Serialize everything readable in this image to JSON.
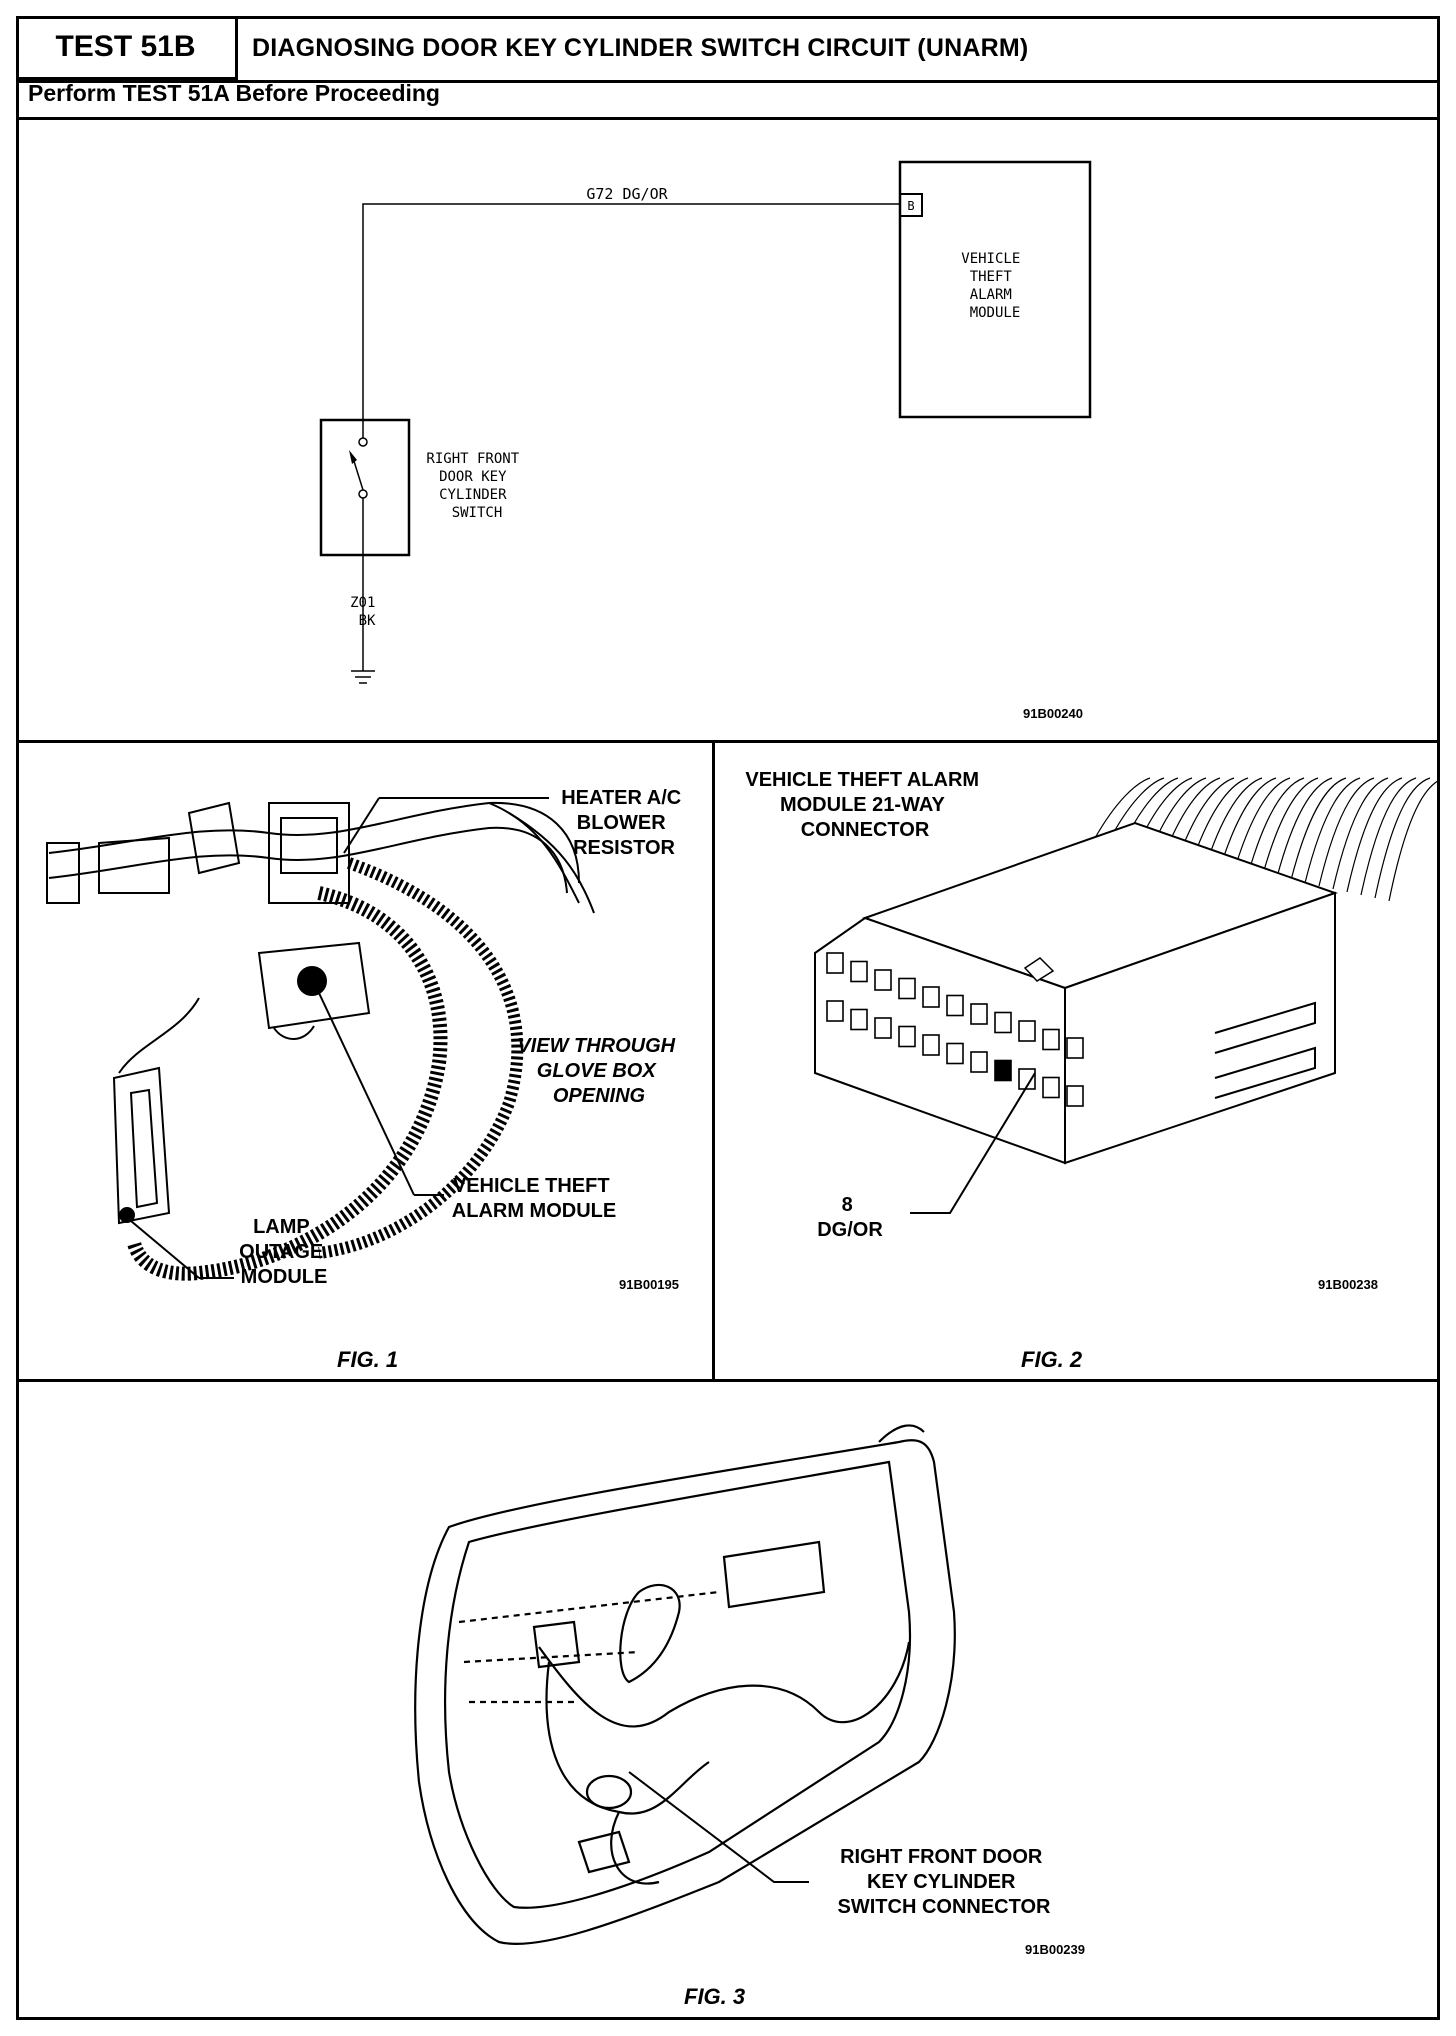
{
  "header": {
    "test_id": "TEST 51B",
    "title": "DIAGNOSING DOOR KEY CYLINDER SWITCH CIRCUIT (UNARM)",
    "subtitle": "Perform TEST 51A Before Proceeding"
  },
  "schematic": {
    "wire_top": "G72 DG/OR",
    "pin": "B",
    "module_label": [
      "VEHICLE",
      "THEFT",
      "ALARM",
      "MODULE"
    ],
    "switch_label": [
      "RIGHT FRONT",
      "DOOR KEY",
      "CYLINDER",
      "SWITCH"
    ],
    "wire_bottom": [
      "Z01",
      "BK"
    ],
    "code": "91B00240"
  },
  "fig1": {
    "label_heater": [
      "HEATER A/C",
      "BLOWER",
      "RESISTOR"
    ],
    "label_view": [
      "VIEW THROUGH",
      "GLOVE BOX",
      "OPENING"
    ],
    "label_vtam": [
      "VEHICLE THEFT",
      "ALARM MODULE"
    ],
    "label_lamp": [
      "LAMP",
      "OUTAGE",
      "MODULE"
    ],
    "code": "91B00195",
    "caption": "FIG. 1"
  },
  "fig2": {
    "label_conn": [
      "VEHICLE THEFT ALARM",
      "MODULE 21-WAY",
      "CONNECTOR"
    ],
    "pin_label": [
      "8",
      "DG/OR"
    ],
    "code": "91B00238",
    "caption": "FIG. 2"
  },
  "fig3": {
    "label_conn": [
      "RIGHT FRONT DOOR",
      "KEY CYLINDER",
      "SWITCH CONNECTOR"
    ],
    "code": "91B00239",
    "caption": "FIG. 3"
  }
}
